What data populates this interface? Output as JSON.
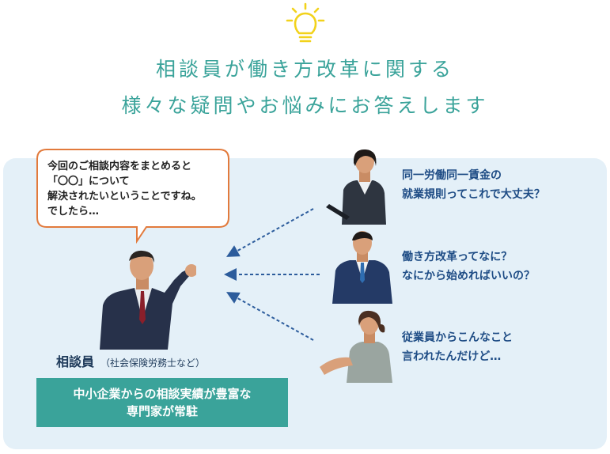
{
  "heading": {
    "line1": "相談員が働き方改革に関する",
    "line2": "様々な疑問やお悩みにお答えします"
  },
  "icons": {
    "top": "lightbulb-icon"
  },
  "consultant": {
    "speech_lines": [
      "今回のご相談内容をまとめると",
      "「〇〇」について",
      "解決されたいということですね。",
      "でしたら…"
    ],
    "title": "相談員",
    "subtitle": "（社会保険労務士など）",
    "badge_lines": [
      "中小企業からの相談実績が豊富な",
      "専門家が常駐"
    ]
  },
  "questions": [
    {
      "lines": [
        "同一労働同一賃金の",
        "就業規則ってこれで大丈夫？"
      ]
    },
    {
      "lines": [
        "働き方改革ってなに？",
        "なにから始めればいいの？"
      ]
    },
    {
      "lines": [
        "従業員からこんなこと",
        "言われたんだけど…"
      ]
    }
  ],
  "colors": {
    "accent": "#3aa39a",
    "panel": "#e4f0f8",
    "question_text": "#1e4c85",
    "bubble_border": "#e27a3c",
    "bulb": "#f2d21b",
    "arrow": "#2c5c9c"
  }
}
